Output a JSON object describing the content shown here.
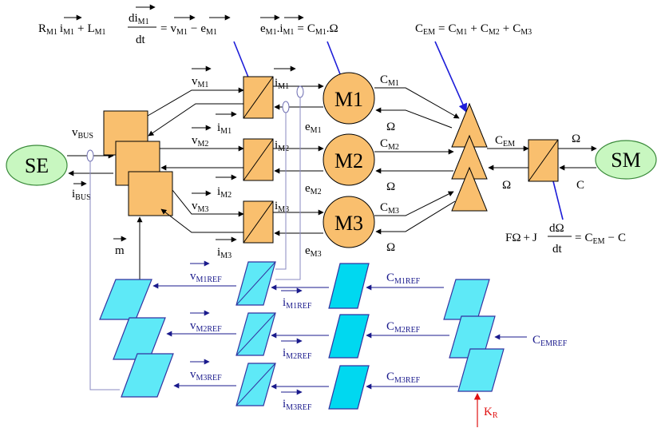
{
  "sources": {
    "se": "SE",
    "sm": "SM"
  },
  "machines": [
    "M1",
    "M2",
    "M3"
  ],
  "equations": {
    "eq1": "R_M1 i_M1 + L_M1 di_M1/dt = v_M1 − e_M1",
    "eq2": "e_M1 . i_M1 = C_M1 . Ω",
    "eq3": "C_EM = C_M1 + C_M2 + C_M3",
    "eq4": "FΩ + J dΩ/dt = C_EM − C"
  },
  "labels": {
    "v": "v",
    "i": "i",
    "e": "e",
    "C": "C",
    "omega": "Ω",
    "m": "m",
    "K": "K",
    "m1": "M1",
    "m2": "M2",
    "m3": "M3",
    "bus": "BUS",
    "em": "EM",
    "m1ref": "M1REF",
    "m2ref": "M2REF",
    "m3ref": "M3REF",
    "emref": "EMREF",
    "kr": "R",
    "plus": "+",
    "minus": "−",
    "eq": "=",
    "R": "R",
    "L": "L",
    "J": "J",
    "F": "F",
    "d": "d",
    "dt": "dt",
    "dot": "."
  },
  "colors": {
    "orange": "#f9bf6e",
    "cyan": "#5ee9f7",
    "cyan_edge": "#3333a0",
    "green": "#c8f7c0",
    "arrow_blue": "#1d1dd8",
    "arrow_red": "#e01010",
    "ref_text": "#1a1a8c"
  }
}
